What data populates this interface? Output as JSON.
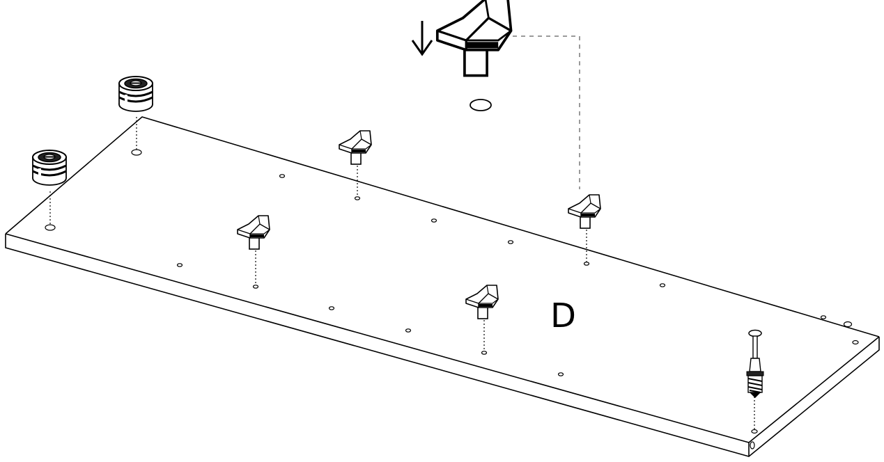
{
  "diagram": {
    "part_label": "D",
    "components": {
      "cam_lock_count": 2,
      "shelf_peg_count": 5,
      "dowel_screw_count": 1
    },
    "colors": {
      "ink": "#000000",
      "guide_grey": "#9a9a9a",
      "background": "#ffffff"
    },
    "icons": {
      "arrow": "arrow-down-icon",
      "cam_lock": "cam-lock-icon",
      "shelf_peg": "shelf-peg-icon",
      "dowel_screw": "dowel-screw-icon"
    }
  }
}
